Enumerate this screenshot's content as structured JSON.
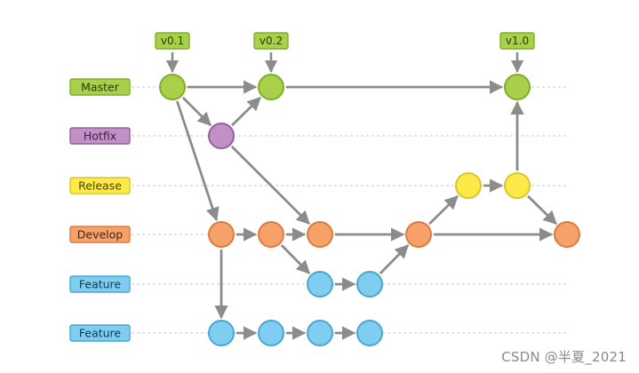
{
  "branches": [
    {
      "id": "master",
      "label": "Master",
      "fill": "#a8d04a",
      "stroke": "#7fae2a",
      "text": "#2c3a10"
    },
    {
      "id": "hotfix",
      "label": "Hotfix",
      "fill": "#c190c7",
      "stroke": "#95609c",
      "text": "#3a1f3e"
    },
    {
      "id": "release",
      "label": "Release",
      "fill": "#fde948",
      "stroke": "#dcc42c",
      "text": "#4a4200"
    },
    {
      "id": "develop",
      "label": "Develop",
      "fill": "#f6a06a",
      "stroke": "#d97d40",
      "text": "#4a2510"
    },
    {
      "id": "feature1",
      "label": "Feature",
      "fill": "#7fcdf0",
      "stroke": "#4aa7d2",
      "text": "#0f3a52"
    },
    {
      "id": "feature2",
      "label": "Feature",
      "fill": "#7fcdf0",
      "stroke": "#4aa7d2",
      "text": "#0f3a52"
    }
  ],
  "tags": [
    {
      "label": "v0.1",
      "commit": "m1"
    },
    {
      "label": "v0.2",
      "commit": "m2"
    },
    {
      "label": "v1.0",
      "commit": "m3"
    }
  ],
  "commits": [
    {
      "id": "m1",
      "branch": "master"
    },
    {
      "id": "m2",
      "branch": "master"
    },
    {
      "id": "m3",
      "branch": "master"
    },
    {
      "id": "h1",
      "branch": "hotfix"
    },
    {
      "id": "r1",
      "branch": "release"
    },
    {
      "id": "r2",
      "branch": "release"
    },
    {
      "id": "d1",
      "branch": "develop"
    },
    {
      "id": "d2",
      "branch": "develop"
    },
    {
      "id": "d3",
      "branch": "develop"
    },
    {
      "id": "d4",
      "branch": "develop"
    },
    {
      "id": "d5",
      "branch": "develop"
    },
    {
      "id": "fa1",
      "branch": "feature1"
    },
    {
      "id": "fa2",
      "branch": "feature1"
    },
    {
      "id": "fb1",
      "branch": "feature2"
    },
    {
      "id": "fb2",
      "branch": "feature2"
    },
    {
      "id": "fb3",
      "branch": "feature2"
    },
    {
      "id": "fb4",
      "branch": "feature2"
    }
  ],
  "edges": [
    [
      "m1",
      "m2"
    ],
    [
      "m2",
      "m3"
    ],
    [
      "m1",
      "h1"
    ],
    [
      "h1",
      "m2"
    ],
    [
      "h1",
      "d3"
    ],
    [
      "m1",
      "d1"
    ],
    [
      "d1",
      "d2"
    ],
    [
      "d2",
      "d3"
    ],
    [
      "d3",
      "d4"
    ],
    [
      "d4",
      "d5"
    ],
    [
      "d2",
      "fa1"
    ],
    [
      "fa1",
      "fa2"
    ],
    [
      "fa2",
      "d4"
    ],
    [
      "d4",
      "r1"
    ],
    [
      "r1",
      "r2"
    ],
    [
      "r2",
      "m3"
    ],
    [
      "r2",
      "d5"
    ],
    [
      "d1",
      "fb1"
    ],
    [
      "fb1",
      "fb2"
    ],
    [
      "fb2",
      "fb3"
    ],
    [
      "fb3",
      "fb4"
    ]
  ],
  "tag_style": {
    "fill": "#a8d04a",
    "stroke": "#7fae2a",
    "text": "#2c3a10"
  },
  "arrow_color": "#8c8c8c",
  "watermark": "CSDN @半夏_2021"
}
